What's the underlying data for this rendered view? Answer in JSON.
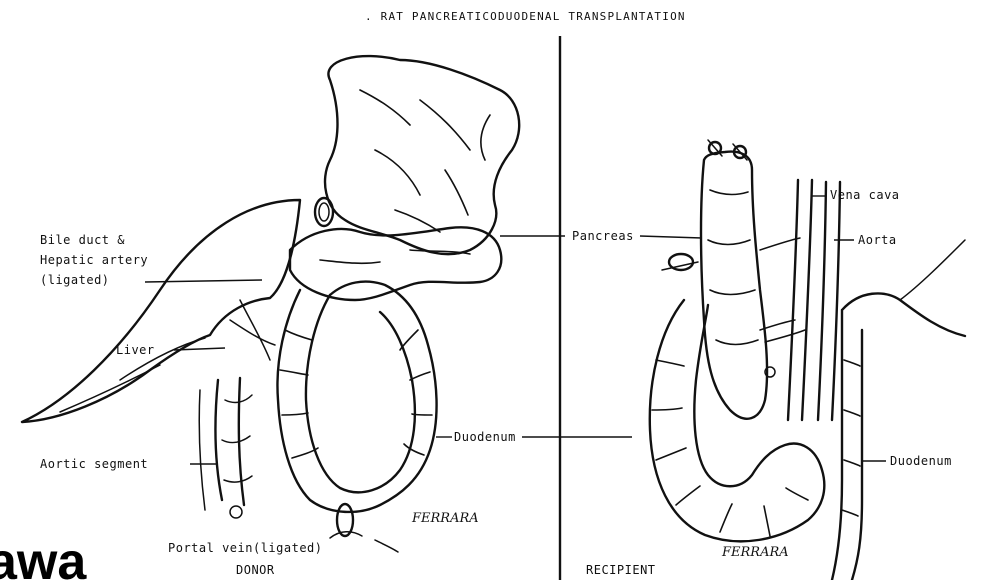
{
  "title": ". RAT PANCREATICODUODENAL TRANSPLANTATION",
  "donor_labels": {
    "bile_duct": "Bile duct &",
    "hepatic_artery": "Hepatic artery",
    "ligated": "(ligated)",
    "liver": "Liver",
    "aortic_segment": "Aortic segment",
    "portal_vein": "Portal vein(ligated)",
    "donor": "DONOR"
  },
  "shared_labels": {
    "pancreas": "Pancreas",
    "duodenum": "Duodenum"
  },
  "recipient_labels": {
    "vena_cava": "Vena cava",
    "aorta": "Aorta",
    "duodenum": "Duodenum",
    "recipient": "RECIPIENT"
  },
  "signatures": [
    "FERRARA",
    "FERRARA"
  ],
  "overlay_text": "awa"
}
